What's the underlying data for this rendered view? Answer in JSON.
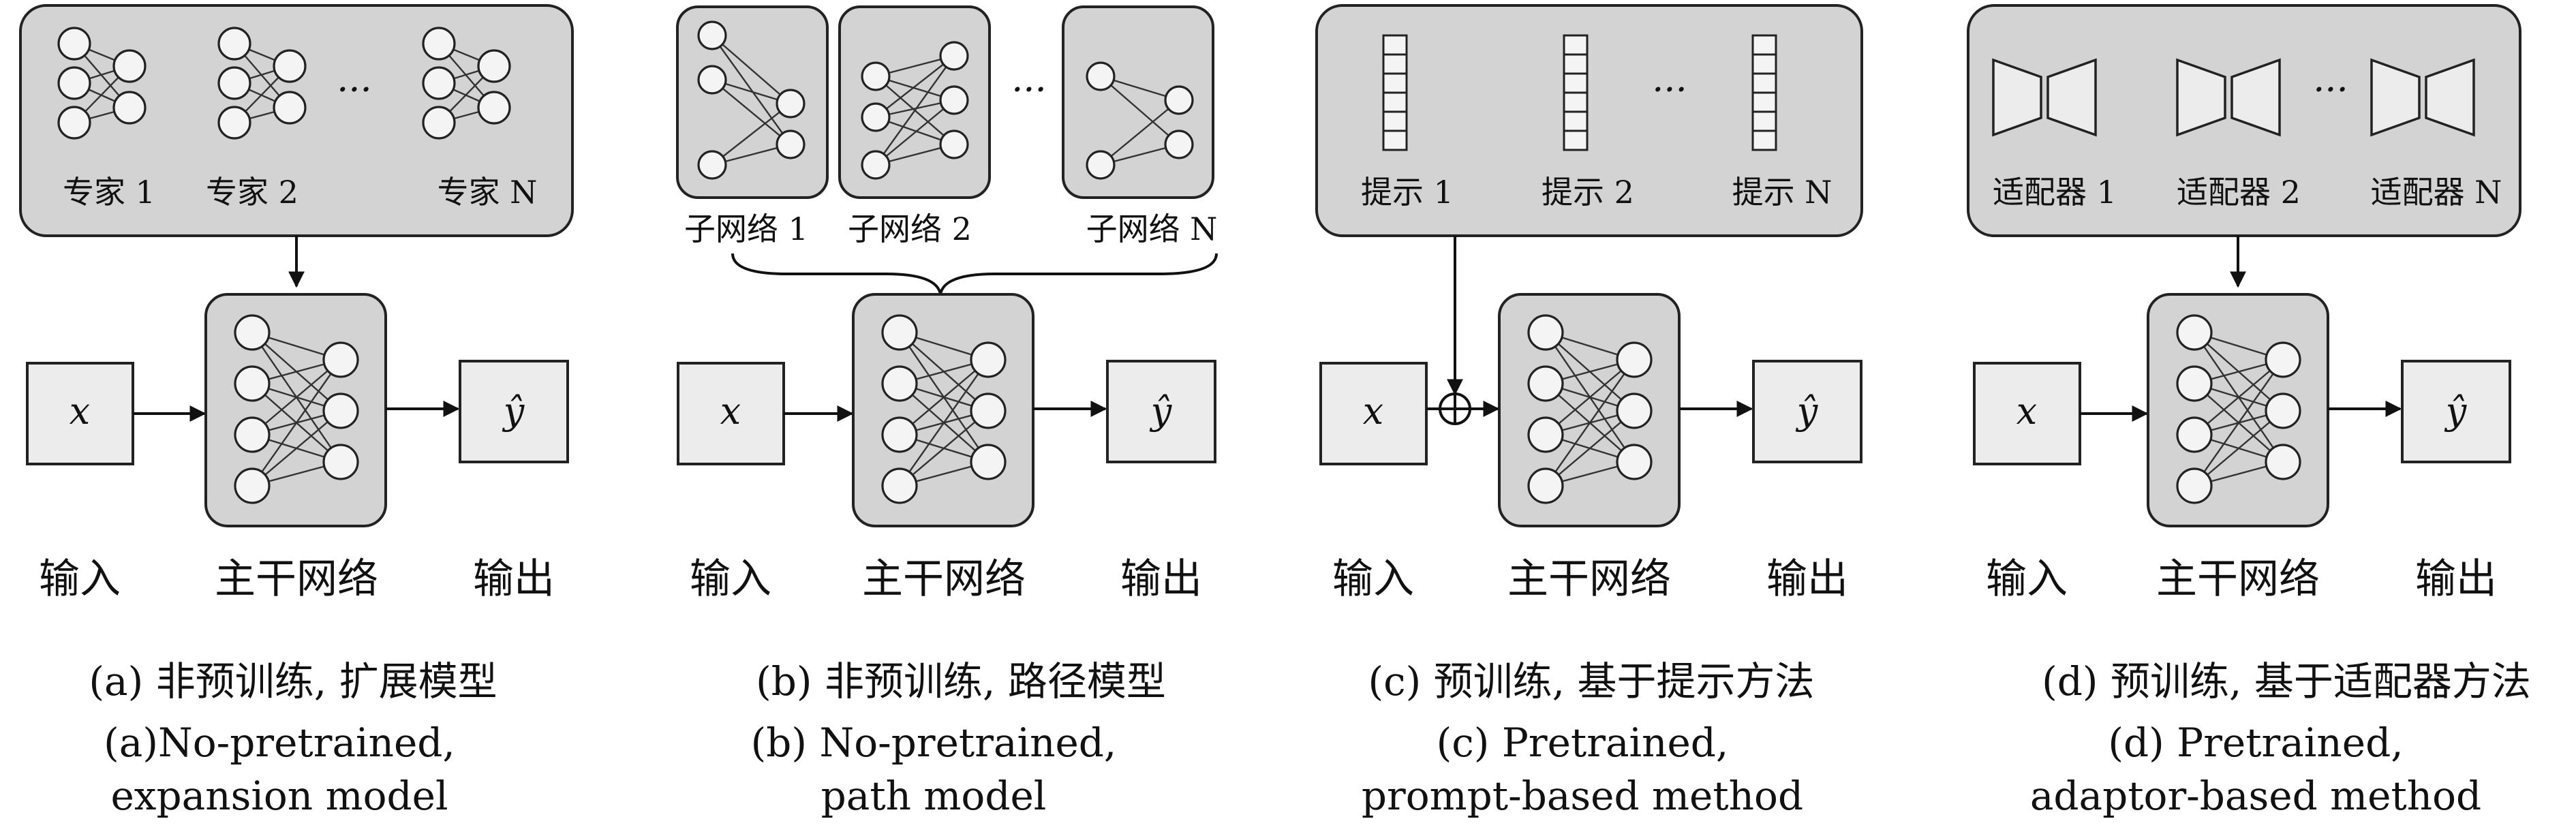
{
  "panels": [
    {
      "group_labels": [
        "专家 1",
        "专家 2",
        "专家 N"
      ],
      "input": "x",
      "output": "ŷ",
      "input_label": "输入",
      "backbone_label": "主干网络",
      "output_label": "输出",
      "caption_zh": "(a) 非预训练, 扩展模型",
      "caption_en_1": "(a)No-pretrained,",
      "caption_en_2": "expansion model"
    },
    {
      "group_labels": [
        "子网络 1",
        "子网络 2",
        "子网络 N"
      ],
      "input": "x",
      "output": "ŷ",
      "input_label": "输入",
      "backbone_label": "主干网络",
      "output_label": "输出",
      "caption_zh": "(b) 非预训练, 路径模型",
      "caption_en_1": "(b) No-pretrained,",
      "caption_en_2": "path model"
    },
    {
      "group_labels": [
        "提示 1",
        "提示 2",
        "提示 N"
      ],
      "input": "x",
      "output": "ŷ",
      "input_label": "输入",
      "backbone_label": "主干网络",
      "output_label": "输出",
      "caption_zh": "(c) 预训练, 基于提示方法",
      "caption_en_1": "(c) Pretrained,",
      "caption_en_2": "prompt-based method"
    },
    {
      "group_labels": [
        "适配器 1",
        "适配器 2",
        "适配器 N"
      ],
      "input": "x",
      "output": "ŷ",
      "input_label": "输入",
      "backbone_label": "主干网络",
      "output_label": "输出",
      "caption_zh": "(d) 预训练, 基于适配器方法",
      "caption_en_1": "(d) Pretrained,",
      "caption_en_2": "adaptor-based method"
    }
  ],
  "ellipsis": "···"
}
